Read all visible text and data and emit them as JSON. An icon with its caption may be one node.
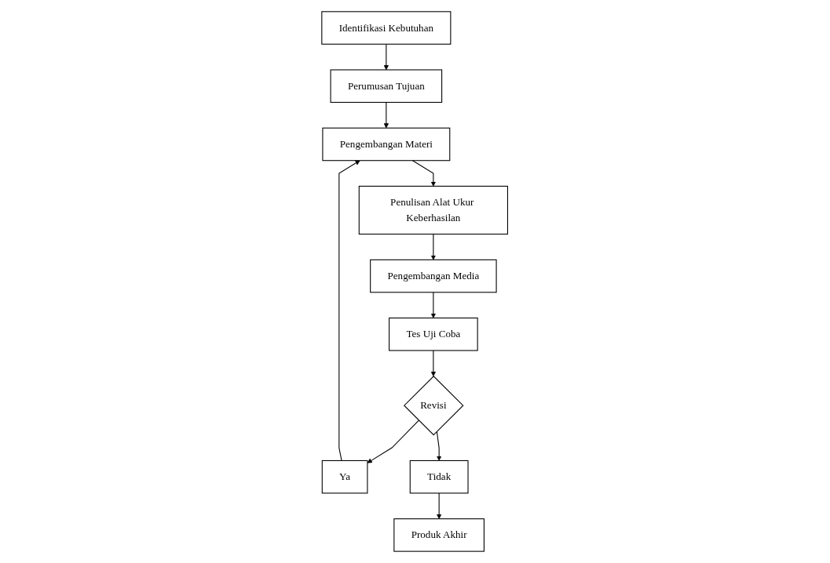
{
  "diagram": {
    "nodes": [
      {
        "text": [
          "Identifikasi Kebutuhan"
        ]
      },
      {
        "text": [
          "Perumusan Tujuan"
        ]
      },
      {
        "text": [
          "Pengembangan Materi"
        ]
      },
      {
        "text": [
          "Penulisan Alat Ukur Keberhasilan"
        ]
      },
      {
        "text": [
          "Pengembangan Media"
        ]
      },
      {
        "text": [
          "Tes Uji Coba"
        ]
      },
      {
        "text": [
          "Revisi"
        ]
      },
      {
        "text": [
          "Ya"
        ]
      },
      {
        "text": [
          "Tidak"
        ]
      },
      {
        "text": [
          "Produk Akhir"
        ]
      }
    ],
    "edges": [
      {
        "from": 0,
        "to": 1,
        "arrow": "to"
      },
      {
        "from": 1,
        "to": 2,
        "arrow": "to"
      },
      {
        "from": 2,
        "to": 3,
        "arrow": "to"
      },
      {
        "from": 3,
        "to": 4,
        "arrow": "to"
      },
      {
        "from": 4,
        "to": 5,
        "arrow": "to"
      },
      {
        "from": 5,
        "to": 6,
        "arrow": "to"
      },
      {
        "from": 6,
        "to": 7,
        "arrow": "to"
      },
      {
        "from": 7,
        "to": 2,
        "arrow": "to"
      },
      {
        "from": 6,
        "to": 8,
        "arrow": "to"
      },
      {
        "from": 8,
        "to": 9,
        "arrow": "to"
      }
    ]
  }
}
